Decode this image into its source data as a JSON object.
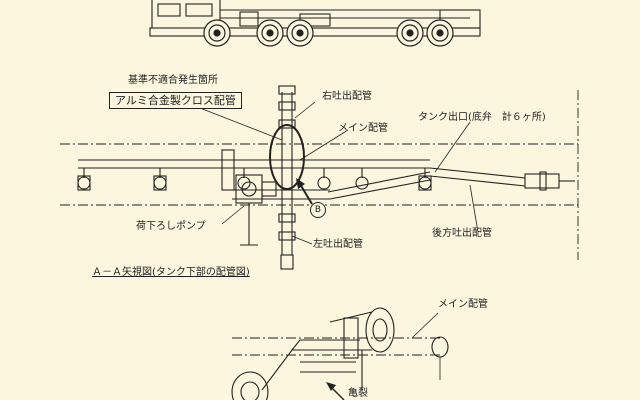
{
  "labels": {
    "nonconform_site": "基準不適合発生箇所",
    "alu_cross": "アルミ合金製クロス配管",
    "right_outlet": "右吐出配管",
    "main_pipe": "メイン配管",
    "tank_outlet": "タンク出口(底弁　計６ヶ所)",
    "unload_pump": "荷下ろしポンプ",
    "left_outlet": "左吐出配管",
    "rear_outlet": "後方吐出配管",
    "view_aa": "Ａ－Ａ矢視図(タンク下部の配管図)",
    "main_pipe_2": "メイン配管",
    "crack": "亀裂",
    "marker_b": "B"
  }
}
